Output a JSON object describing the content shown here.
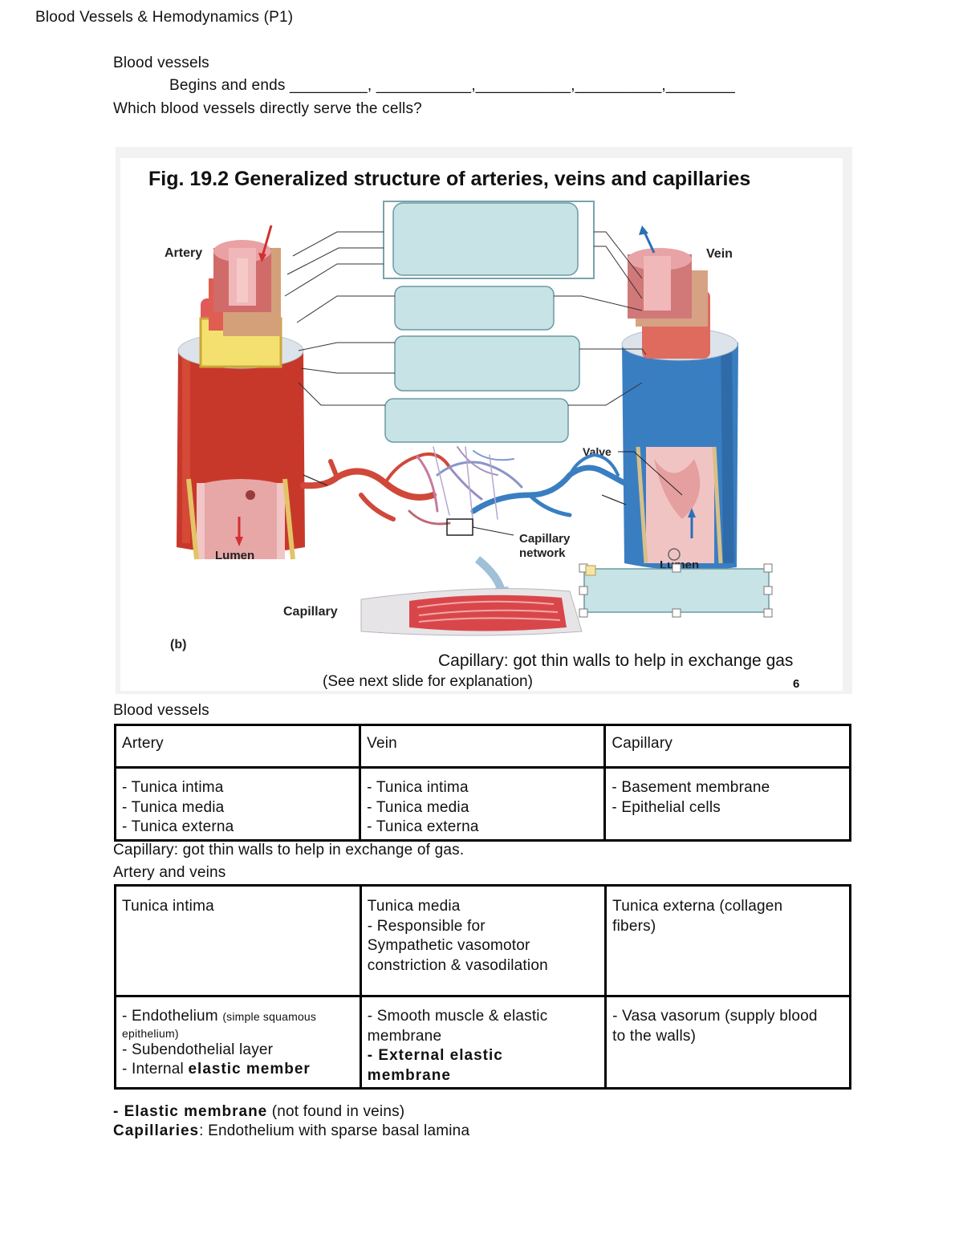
{
  "header": {
    "title": "Blood Vessels & Hemodynamics (P1)"
  },
  "section1": {
    "heading": "Blood vessels",
    "begins_line": "Begins and ends _________, ___________,___________,__________,________",
    "question": "Which blood vessels directly serve the cells?"
  },
  "figure": {
    "title": "Fig. 19.2 Generalized structure of arteries, veins and capillaries",
    "artery_label": "Artery",
    "vein_label": "Vein",
    "valve_label": "Valve",
    "capillary_network_label_1": "Capillary",
    "capillary_network_label_2": "network",
    "lumen_left": "Lumen",
    "lumen_right": "Lumen",
    "capillary_label": "Capillary",
    "part_label": "(b)",
    "caption": "Capillary: got thin walls to help in exchange gas",
    "see_next": "(See next slide for explanation)",
    "slide_number": "6",
    "colors": {
      "artery": "#c8382a",
      "vein": "#3a7ec2",
      "box_fill": "#c7e3e6",
      "box_stroke": "#6c9aa3"
    }
  },
  "section2": {
    "heading": "Blood vessels",
    "table": {
      "headers": [
        "Artery",
        "Vein",
        "Capillary"
      ],
      "cells": [
        [
          "- Tunica intima",
          "- Tunica media",
          "- Tunica externa"
        ],
        [
          "- Tunica intima",
          "- Tunica media",
          "- Tunica externa"
        ],
        [
          "- Basement membrane",
          "- Epithelial cells"
        ]
      ]
    },
    "note": "Capillary: got thin walls to help in exchange of gas."
  },
  "section3": {
    "heading": "Artery and veins",
    "headers": {
      "intima": "Tunica intima",
      "media_title": "Tunica media",
      "media_lines": [
        "- Responsible for",
        "Sympathetic vasomotor",
        "constriction & vasodilation"
      ],
      "externa_lines": [
        "Tunica externa  (collagen",
        "fibers)"
      ]
    },
    "body": {
      "intima_l1": "- Endothelium ",
      "intima_l1_small": "(simple squamous",
      "intima_l2_small": "epithelium)",
      "intima_l3": "- Subendothelial layer",
      "intima_l4_pre": "- Internal ",
      "intima_l4_bold": "elastic member",
      "media_l1": "- Smooth muscle & elastic",
      "media_l2": "membrane",
      "media_l3_bold": "- External elastic",
      "media_l4_bold": "membrane",
      "externa_l1": "- Vasa vasorum (supply blood",
      "externa_l2": "to the walls)"
    }
  },
  "footer_notes": {
    "elastic_bold": "- Elastic membrane",
    "elastic_rest": " (not found in veins)",
    "caps_bold": "Capillaries",
    "caps_rest": ": Endothelium with sparse basal lamina"
  }
}
